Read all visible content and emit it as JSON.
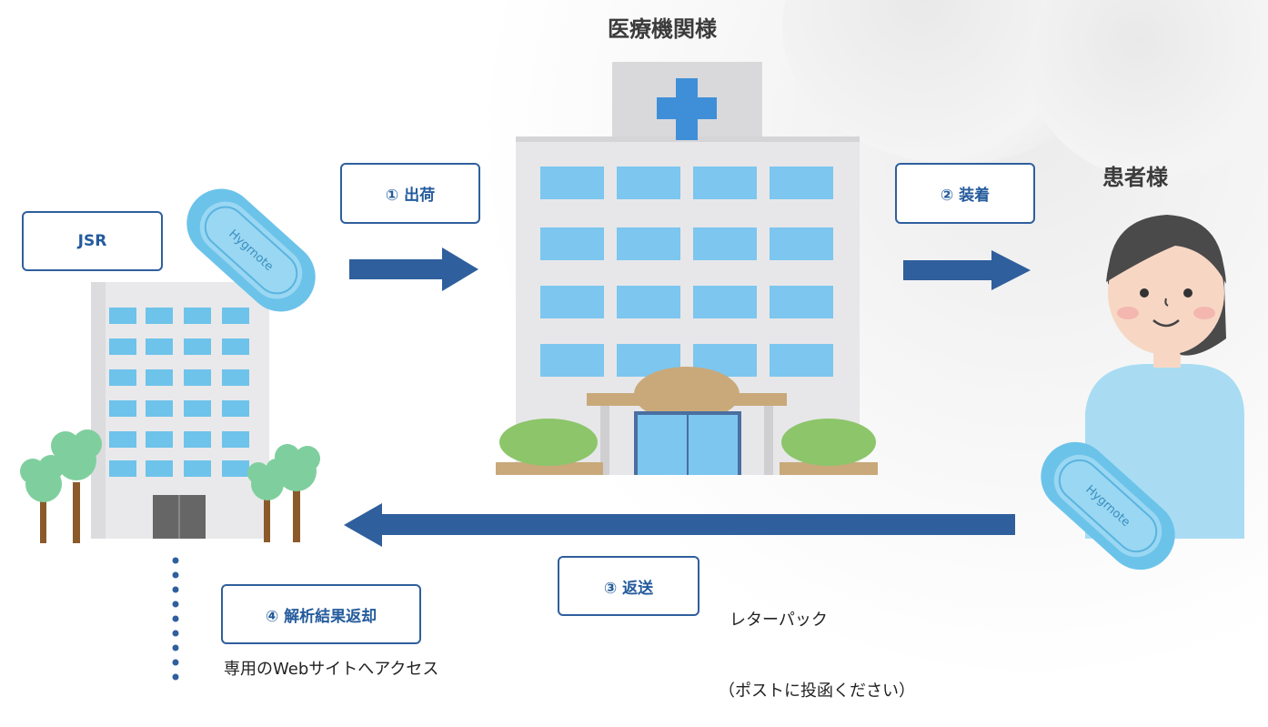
{
  "titles": {
    "medical": "医療機関様",
    "patient": "患者様"
  },
  "labels": {
    "jsr": "JSR",
    "step1": "① 出荷",
    "step2": "② 装着",
    "step3": "③ 返送",
    "step4": "④ 解析結果返却"
  },
  "notes": {
    "letter_pack_line1": "レターパック",
    "letter_pack_line2": "（ポストに投函ください）",
    "web_access": "専用のWebサイトへアクセス"
  },
  "device_logo_text": "Hygrnote",
  "colors": {
    "arrow": "#2f5f9d",
    "label_border": "#2f5f9d",
    "label_text": "#245b9c",
    "device": "#6cc3ea"
  }
}
